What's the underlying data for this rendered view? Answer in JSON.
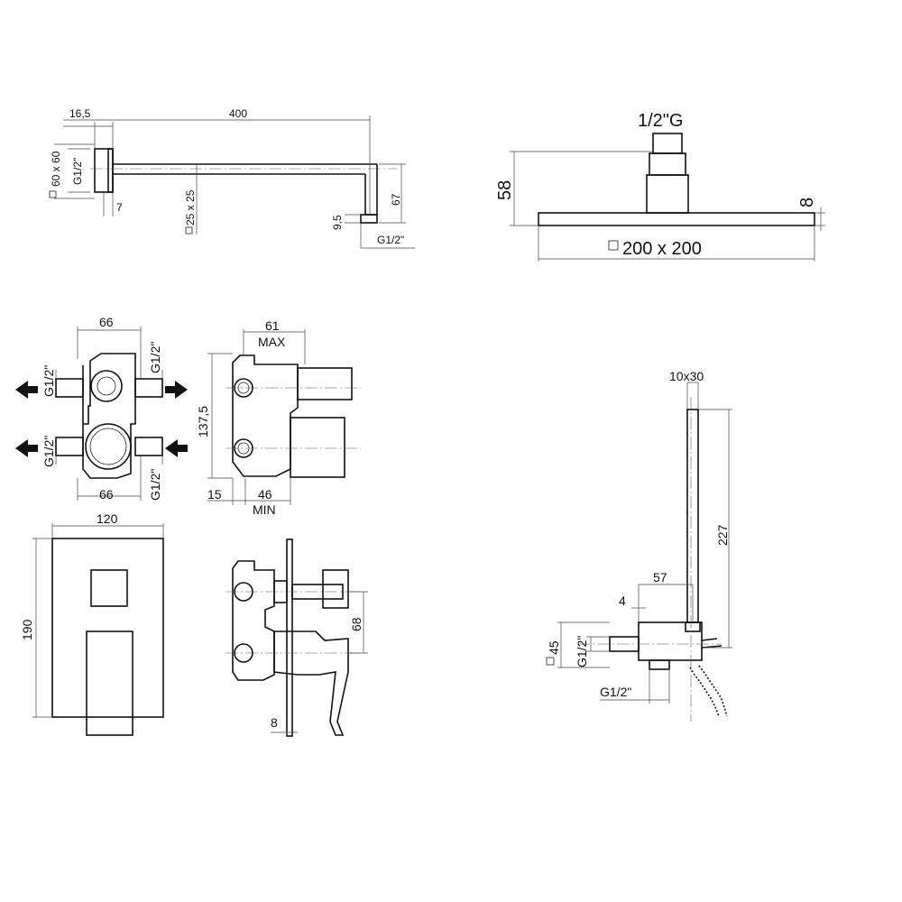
{
  "shower_arm": {
    "dim_offset": "16,5",
    "dim_length": "400",
    "dim_flange": "60 x 60",
    "dim_inlet_thread": "G1/2\"",
    "dim_flange_depth": "7",
    "dim_tube": "25 x 25",
    "dim_outlet_offset": "9,5",
    "dim_drop": "67",
    "dim_outlet_thread": "G1/2\""
  },
  "shower_head": {
    "dim_thread": "1/2\"G",
    "dim_height": "58",
    "dim_plate_thickness": "8",
    "dim_size": "200 x 200"
  },
  "mixer_body": {
    "dim_top_width": "66",
    "dim_bottom_width": "66",
    "thread_top_left": "G1/2\"",
    "thread_top_right": "G1/2\"",
    "thread_bottom_left": "G1/2\"",
    "thread_bottom_right": "G1/2\"",
    "dim_max": "61",
    "label_max": "MAX",
    "dim_height": "137,5",
    "dim_wall": "15",
    "dim_min": "46",
    "label_min": "MIN"
  },
  "trim_plate": {
    "dim_width": "120",
    "dim_height": "190",
    "dim_lever_offset": "68",
    "dim_plate_thickness": "8"
  },
  "hand_shower": {
    "dim_handle_section": "10x30",
    "dim_handle_length": "227",
    "dim_outlet_length": "57",
    "dim_outlet_flange": "4",
    "dim_flange": "45",
    "dim_thread_inlet": "G1/2\"",
    "dim_thread_hose": "G1/2\""
  }
}
